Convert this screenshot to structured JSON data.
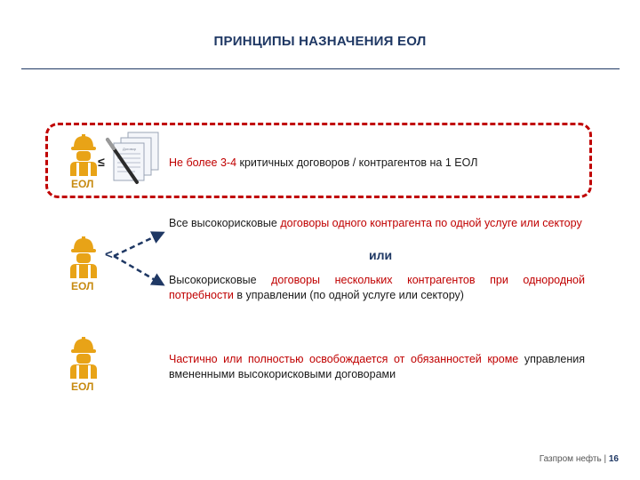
{
  "title": "ПРИНЦИПЫ НАЗНАЧЕНИЯ ЕОЛ",
  "worker_label": "ЕОЛ",
  "section1": {
    "symbol": "≤",
    "text_red": "Не более 3-4",
    "text_black": " критичных договоров / контрагентов на 1 ЕОЛ"
  },
  "section2": {
    "symbol": "<",
    "item1_black1": "Все высокорисковые ",
    "item1_red": "договоры одного контрагента по одной услуге или сектору",
    "or_label": "или",
    "item2_black1": "Высокорисковые ",
    "item2_red": "договоры нескольких контрагентов при однородной потребности",
    "item2_black2": " в управлении (по одной услуге или сектору)"
  },
  "section3": {
    "text_red": "Частично или полностью освобождается от обязанностей кроме",
    "text_black": " управления вмененными высокорисковыми договорами"
  },
  "docs_label": "Договор",
  "footer": {
    "company": "Газпром нефть",
    "separator": " | ",
    "page": "16"
  },
  "colors": {
    "title": "#1f3864",
    "accent_red": "#c00000",
    "worker_orange": "#e8a317"
  }
}
